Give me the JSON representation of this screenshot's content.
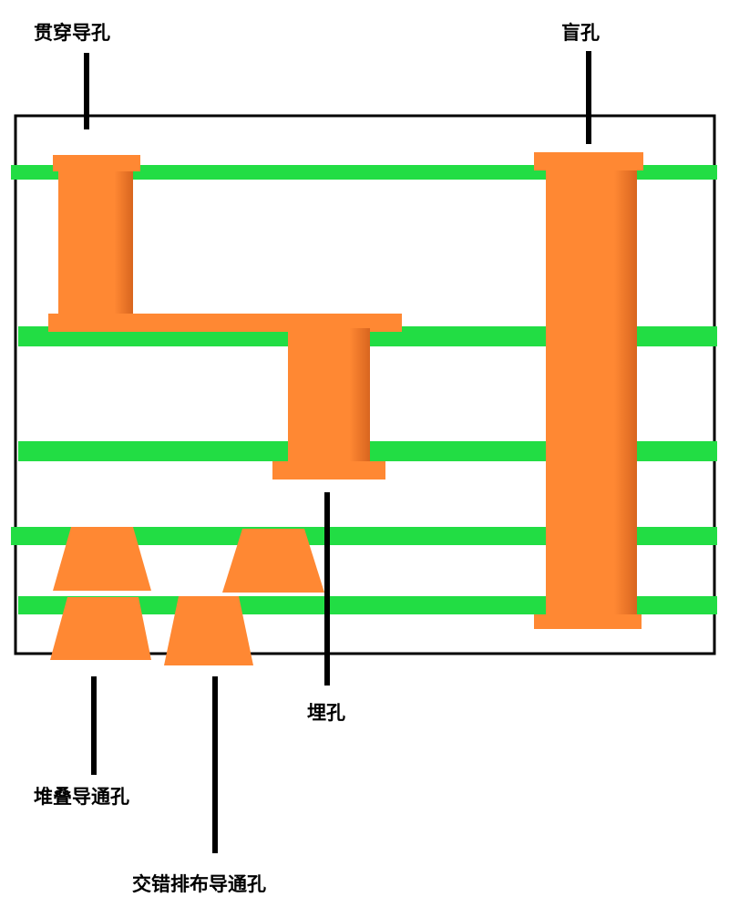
{
  "labels": {
    "through_via": "贯穿导孔",
    "blind_via": "盲孔",
    "buried_via": "埋孔",
    "stacked_via": "堆叠导通孔",
    "staggered_via": "交错排布导通孔"
  },
  "colors": {
    "board_border": "#000000",
    "copper_layer": "#22dd44",
    "via": "#ff8833",
    "via_shade": "#d8651f",
    "leader_line": "#000000"
  }
}
